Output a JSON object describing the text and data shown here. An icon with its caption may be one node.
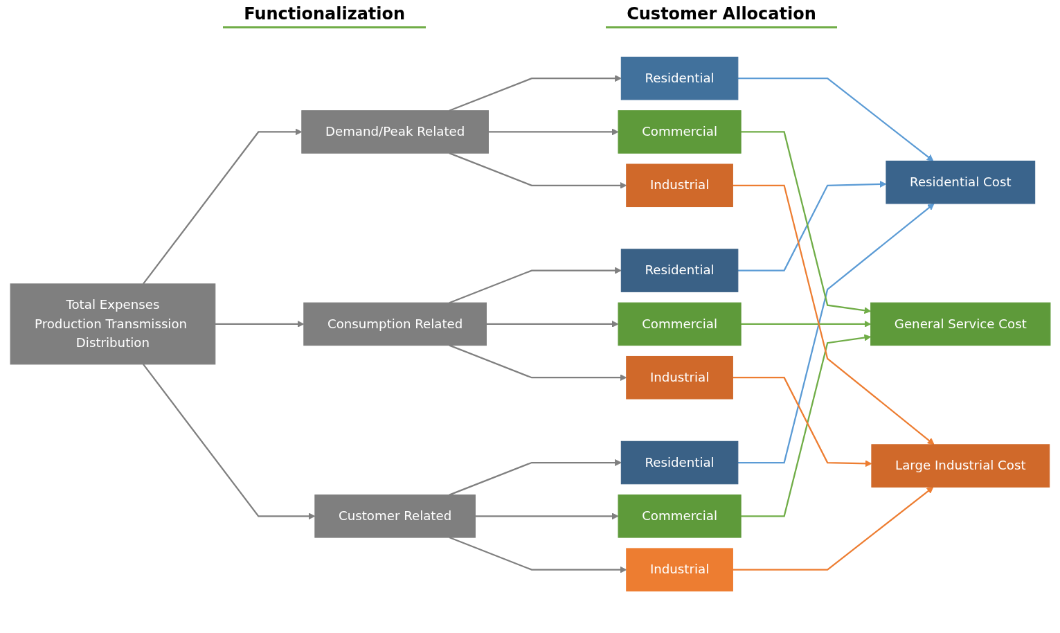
{
  "diagram": {
    "nodes": [
      {
        "text": [
          "Total Expenses",
          "Production Transmission Distribution"
        ]
      },
      {
        "text": [
          "Demand/Peak Related"
        ]
      },
      {
        "text": [
          "Consumption Related"
        ]
      },
      {
        "text": [
          "Customer Related"
        ]
      },
      {
        "text": [
          "Residential"
        ]
      },
      {
        "text": [
          "Commercial"
        ]
      },
      {
        "text": [
          "Industrial"
        ]
      },
      {
        "text": [
          "Residential"
        ]
      },
      {
        "text": [
          "Commercial"
        ]
      },
      {
        "text": [
          "Industrial"
        ]
      },
      {
        "text": [
          "Residential"
        ]
      },
      {
        "text": [
          "Commercial"
        ]
      },
      {
        "text": [
          "Industrial"
        ]
      },
      {
        "text": [
          "Residential Cost"
        ]
      },
      {
        "text": [
          "General Service Cost"
        ]
      },
      {
        "text": [
          "Large Industrial Cost"
        ]
      }
    ],
    "edges": [
      {
        "from": 0,
        "to": 1,
        "arrow": "to"
      },
      {
        "from": 0,
        "to": 2,
        "arrow": "to"
      },
      {
        "from": 0,
        "to": 3,
        "arrow": "to"
      },
      {
        "from": 1,
        "to": 4,
        "arrow": "to"
      },
      {
        "from": 1,
        "to": 5,
        "arrow": "to"
      },
      {
        "from": 1,
        "to": 6,
        "arrow": "to"
      },
      {
        "from": 2,
        "to": 7,
        "arrow": "to"
      },
      {
        "from": 2,
        "to": 8,
        "arrow": "to"
      },
      {
        "from": 2,
        "to": 9,
        "arrow": "to"
      },
      {
        "from": 3,
        "to": 10,
        "arrow": "to"
      },
      {
        "from": 3,
        "to": 11,
        "arrow": "to"
      },
      {
        "from": 3,
        "to": 12,
        "arrow": "to"
      },
      {
        "from": 4,
        "to": 13,
        "arrow": "to",
        "color": "#5b9bd5"
      },
      {
        "from": 7,
        "to": 13,
        "arrow": "to",
        "color": "#5b9bd5"
      },
      {
        "from": 10,
        "to": 13,
        "arrow": "to",
        "color": "#5b9bd5"
      },
      {
        "from": 5,
        "to": 14,
        "arrow": "to",
        "color": "#70ad47"
      },
      {
        "from": 8,
        "to": 14,
        "arrow": "to",
        "color": "#70ad47"
      },
      {
        "from": 11,
        "to": 14,
        "arrow": "to",
        "color": "#70ad47"
      },
      {
        "from": 6,
        "to": 15,
        "arrow": "to",
        "color": "#ed7d31"
      },
      {
        "from": 9,
        "to": 15,
        "arrow": "to",
        "color": "#ed7d31"
      },
      {
        "from": 12,
        "to": 15,
        "arrow": "to",
        "color": "#ed7d31"
      }
    ],
    "labels": [
      "Functionalization",
      "Customer Allocation"
    ]
  }
}
